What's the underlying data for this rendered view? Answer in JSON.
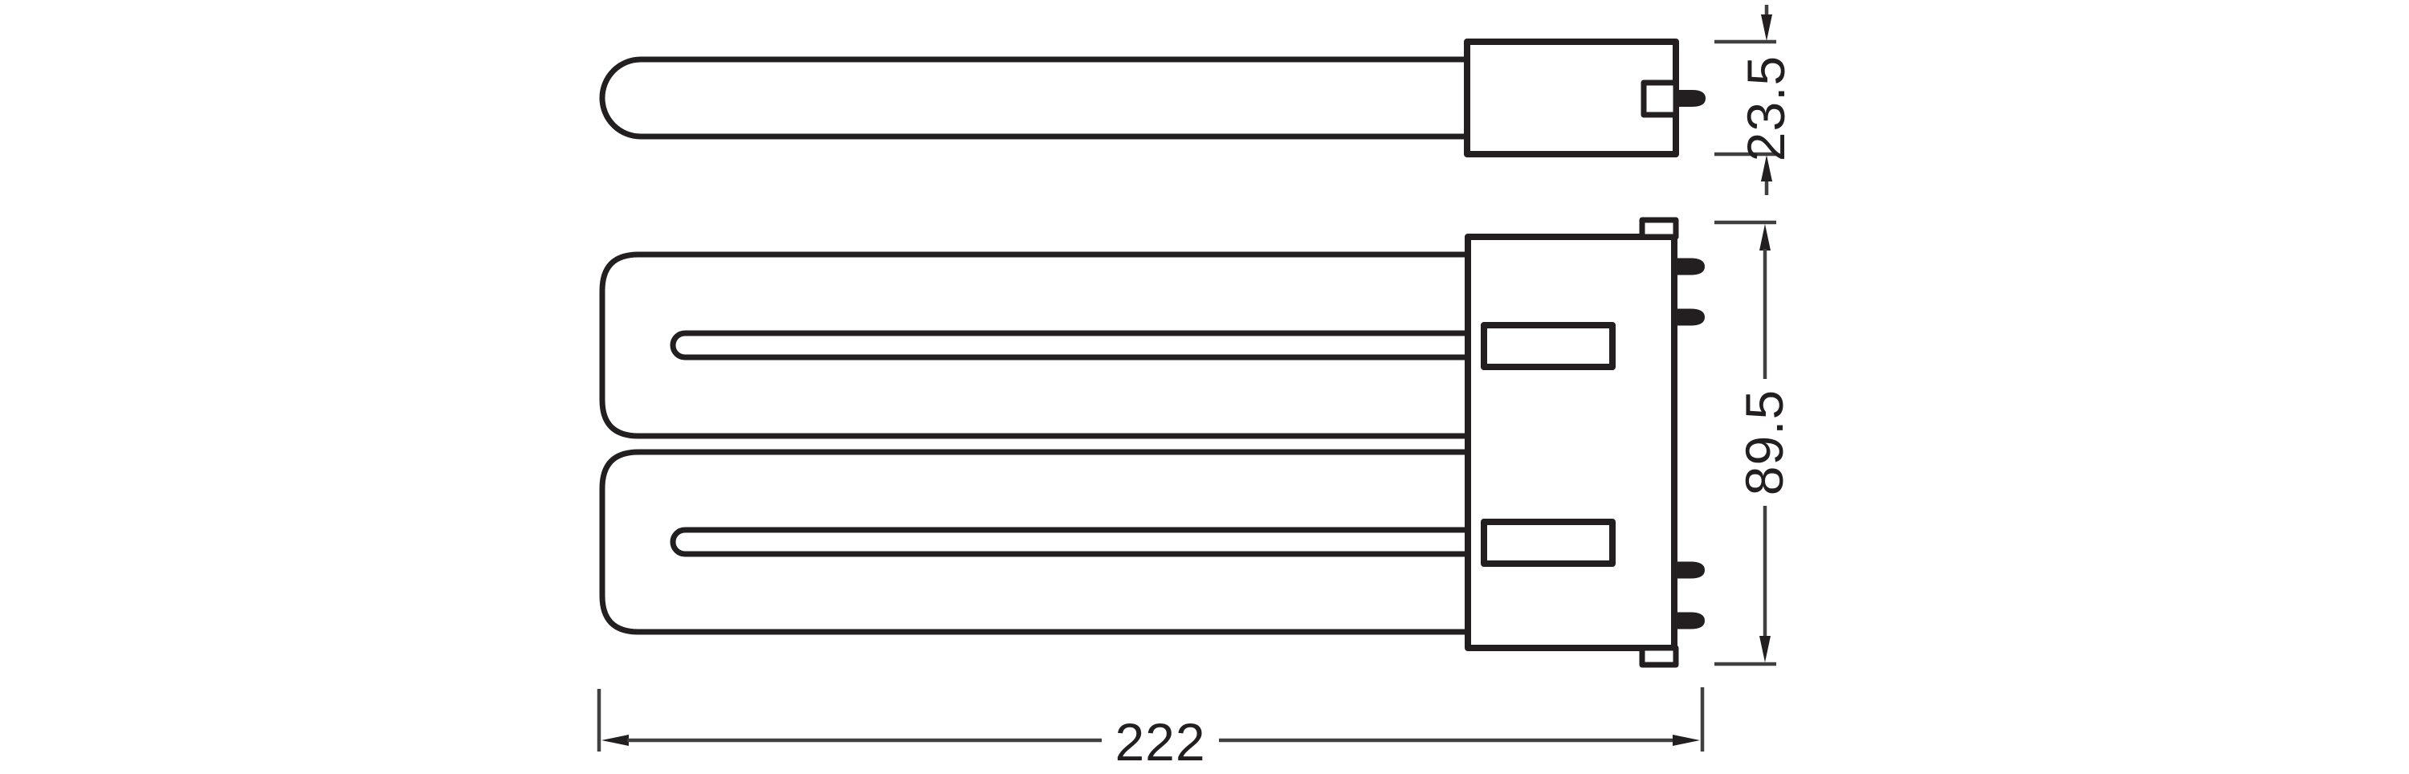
{
  "figure": {
    "type": "technical-drawing",
    "background_color": "#ffffff",
    "line_color": "#231f20",
    "dimension_line_color": "#404040",
    "dimension_labels": {
      "overall_length": "222",
      "height": "89.5",
      "cap_depth": "23.5"
    }
  }
}
